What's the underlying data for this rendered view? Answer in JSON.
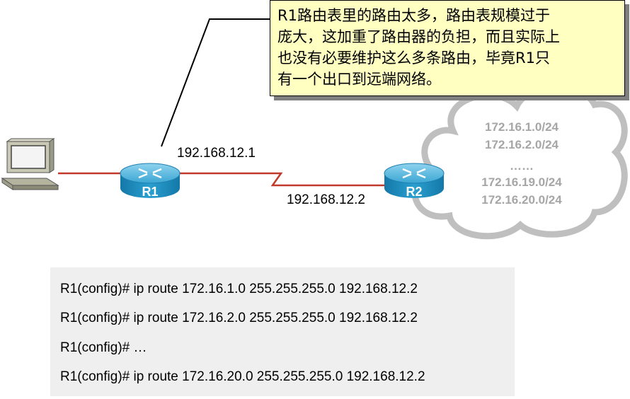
{
  "callout": {
    "lines": [
      "R1路由表里的路由太多，路由表规模过于",
      "庞大，这加重了路由器的负担，而且实际上",
      "也没有必要维护这么多条路由，毕竟R1只",
      "有一个出口到远端网络。"
    ]
  },
  "routers": {
    "r1": {
      "label": "R1",
      "ip": "192.168.12.1"
    },
    "r2": {
      "label": "R2",
      "ip": "192.168.12.2"
    }
  },
  "cloud": {
    "networks": [
      "172.16.1.0/24",
      "172.16.2.0/24",
      "……",
      "172.16.19.0/24",
      "172.16.20.0/24"
    ]
  },
  "commands": [
    "R1(config)# ip route 172.16.1.0 255.255.255.0 192.168.12.2",
    "R1(config)# ip route 172.16.2.0 255.255.255.0 192.168.12.2",
    "R1(config)# …",
    "R1(config)# ip route 172.16.20.0 255.255.255.0 192.168.12.2"
  ],
  "colors": {
    "link": "#c0392b",
    "router_top": "#5fb8dc",
    "router_body": "#1f8fbf",
    "cloud_outline": "#bfbfbf",
    "callout_bg": "#ffffc2",
    "command_bg": "#efefef"
  },
  "icons": [
    "pc-icon",
    "router-icon",
    "cloud-icon"
  ]
}
